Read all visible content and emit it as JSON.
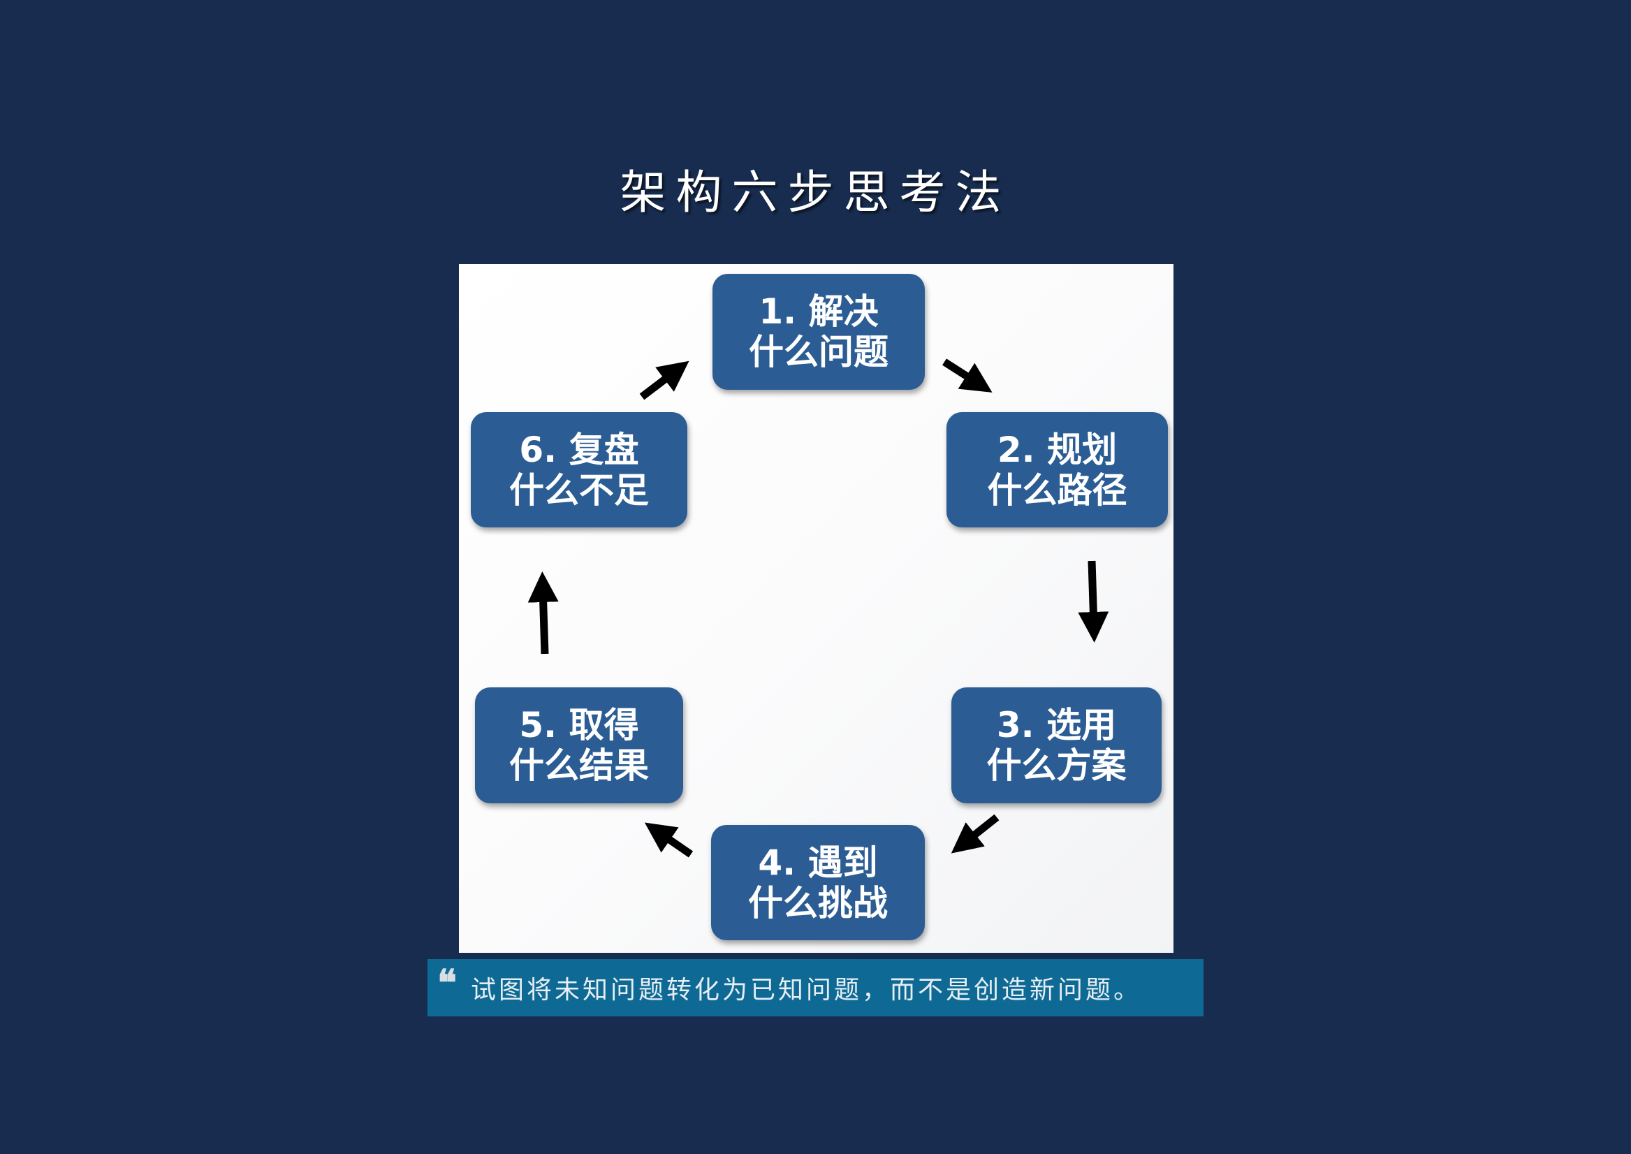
{
  "title": "架构六步思考法",
  "steps": [
    {
      "line1": "1. 解决",
      "line2": "什么问题"
    },
    {
      "line1": "2. 规划",
      "line2": "什么路径"
    },
    {
      "line1": "3. 选用",
      "line2": "什么方案"
    },
    {
      "line1": "4. 遇到",
      "line2": "什么挑战"
    },
    {
      "line1": "5. 取得",
      "line2": "什么结果"
    },
    {
      "line1": "6. 复盘",
      "line2": "什么不足"
    }
  ],
  "quote": {
    "icon": "quote-icon",
    "mark": "❝",
    "text": "试图将未知问题转化为已知问题，而不是创造新问题。"
  },
  "colors": {
    "background": "#172c4f",
    "box": "#2b5d94",
    "quote_bar": "#0e6a94"
  }
}
